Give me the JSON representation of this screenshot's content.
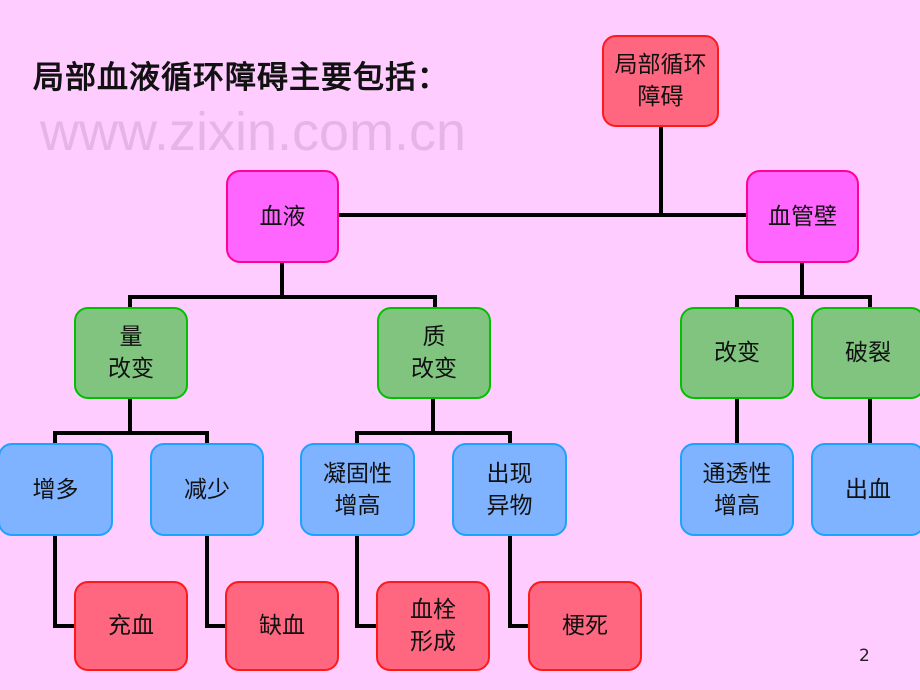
{
  "title": "局部血液循环障碍主要包括：",
  "nodes": {
    "root": "局部循环\n障碍",
    "blood": "血液",
    "vessel": "血管壁",
    "quantity": "量\n改变",
    "quality": "质\n改变",
    "vessel_change": "改变",
    "rupture": "破裂",
    "increase": "增多",
    "decrease": "减少",
    "coagulation": "凝固性\n增高",
    "foreign": "出现\n异物",
    "permeability": "通透性\n增高",
    "bleeding": "出血",
    "hyperemia": "充血",
    "ischemia": "缺血",
    "thrombosis": "血栓\n形成",
    "infarction": "梗死"
  },
  "watermark": "www.zixin.com.cn",
  "page_number": "2"
}
